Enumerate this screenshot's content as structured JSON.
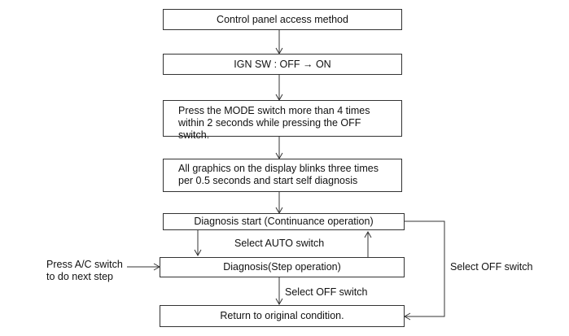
{
  "boxes": {
    "access": "Control panel access method",
    "ign": "IGN SW : OFF → ON",
    "press_mode": "Press the MODE switch more than 4 times within 2 seconds while pressing the OFF switch.",
    "graphics": "All graphics on the display blinks three times per 0.5 seconds and start self diagnosis",
    "diag_start": "Diagnosis start (Continuance operation)",
    "diag_step": "Diagnosis(Step operation)",
    "return": "Return to original condition."
  },
  "labels": {
    "select_auto": "Select AUTO switch",
    "select_off_right": "Select OFF switch",
    "select_off_bottom": "Select OFF switch",
    "press_ac": "Press A/C switch\nto do next step"
  }
}
